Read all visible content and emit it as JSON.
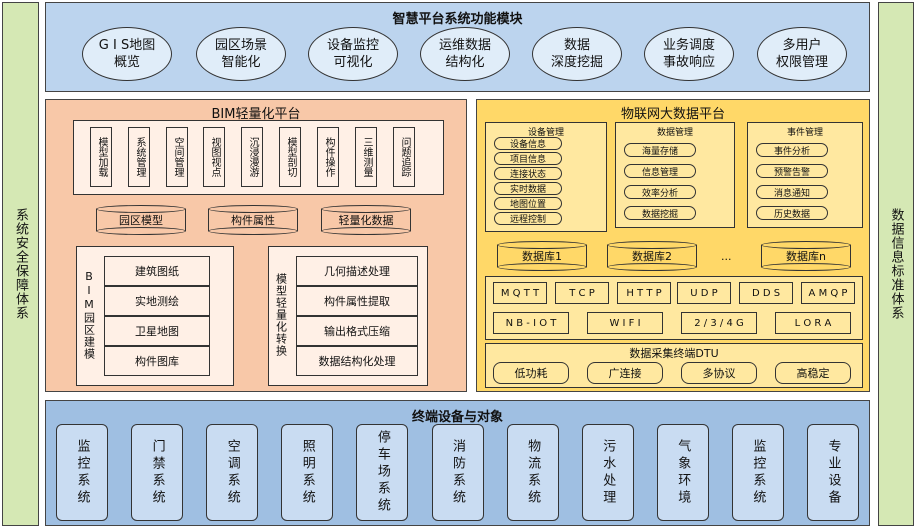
{
  "left_side": {
    "label": "系统安全保障体系"
  },
  "right_side": {
    "label": "数据信息标准体系"
  },
  "top": {
    "title": "智慧平台系统功能模块",
    "modules": [
      {
        "line1": "G I S地图",
        "line2": "概览"
      },
      {
        "line1": "园区场景",
        "line2": "智能化"
      },
      {
        "line1": "设备监控",
        "line2": "可视化"
      },
      {
        "line1": "运维数据",
        "line2": "结构化"
      },
      {
        "line1": "数据",
        "line2": "深度挖掘"
      },
      {
        "line1": "业务调度",
        "line2": "事故响应"
      },
      {
        "line1": "多用户",
        "line2": "权限管理"
      }
    ]
  },
  "bim": {
    "title": "BIM轻量化平台",
    "functions": [
      "模型加载",
      "系统管理",
      "空间管理",
      "视图视点",
      "沉浸漫游",
      "模型剖切",
      "构件操作",
      "三维测量",
      "问题追踪"
    ],
    "stores": [
      "园区模型",
      "构件属性",
      "轻量化数据"
    ],
    "modeling_label": "BIM园区建模",
    "modeling_items": [
      "建筑图纸",
      "实地测绘",
      "卫星地图",
      "构件图库"
    ],
    "convert_label": "模型轻量化转换",
    "convert_items": [
      "几何描述处理",
      "构件属性提取",
      "输出格式压缩",
      "数据结构化处理"
    ]
  },
  "iot": {
    "title": "物联网大数据平台",
    "device_mgmt": {
      "title": "设备管理",
      "items": [
        "设备信息",
        "项目信息",
        "连接状态",
        "实时数据",
        "地图位置",
        "远程控制"
      ]
    },
    "data_mgmt": {
      "title": "数据管理",
      "items": [
        "海量存储",
        "信息管理",
        "效率分析",
        "数据挖掘"
      ]
    },
    "event_mgmt": {
      "title": "事件管理",
      "items": [
        "事件分析",
        "预警告警",
        "消息通知",
        "历史数据"
      ]
    },
    "databases": [
      "数据库1",
      "数据库2",
      "数据库n"
    ],
    "ellipsis": "...",
    "protocols_row1": [
      "M Q T T",
      "T C P",
      "H T T P",
      "U D P",
      "D D S",
      "A M Q P"
    ],
    "protocols_row2": [
      "N B - I O T",
      "W I F I",
      "2 / 3 / 4 G",
      "L O R A"
    ],
    "dtu": {
      "title": "数据采集终端DTU",
      "items": [
        "低功耗",
        "广连接",
        "多协议",
        "高稳定"
      ]
    }
  },
  "bottom": {
    "title": "终端设备与对象",
    "devices": [
      "监控系统",
      "门禁系统",
      "空调系统",
      "照明系统",
      "停车场系统",
      "消防系统",
      "物流系统",
      "污水处理",
      "气象环境",
      "监控系统",
      "专业设备"
    ]
  }
}
